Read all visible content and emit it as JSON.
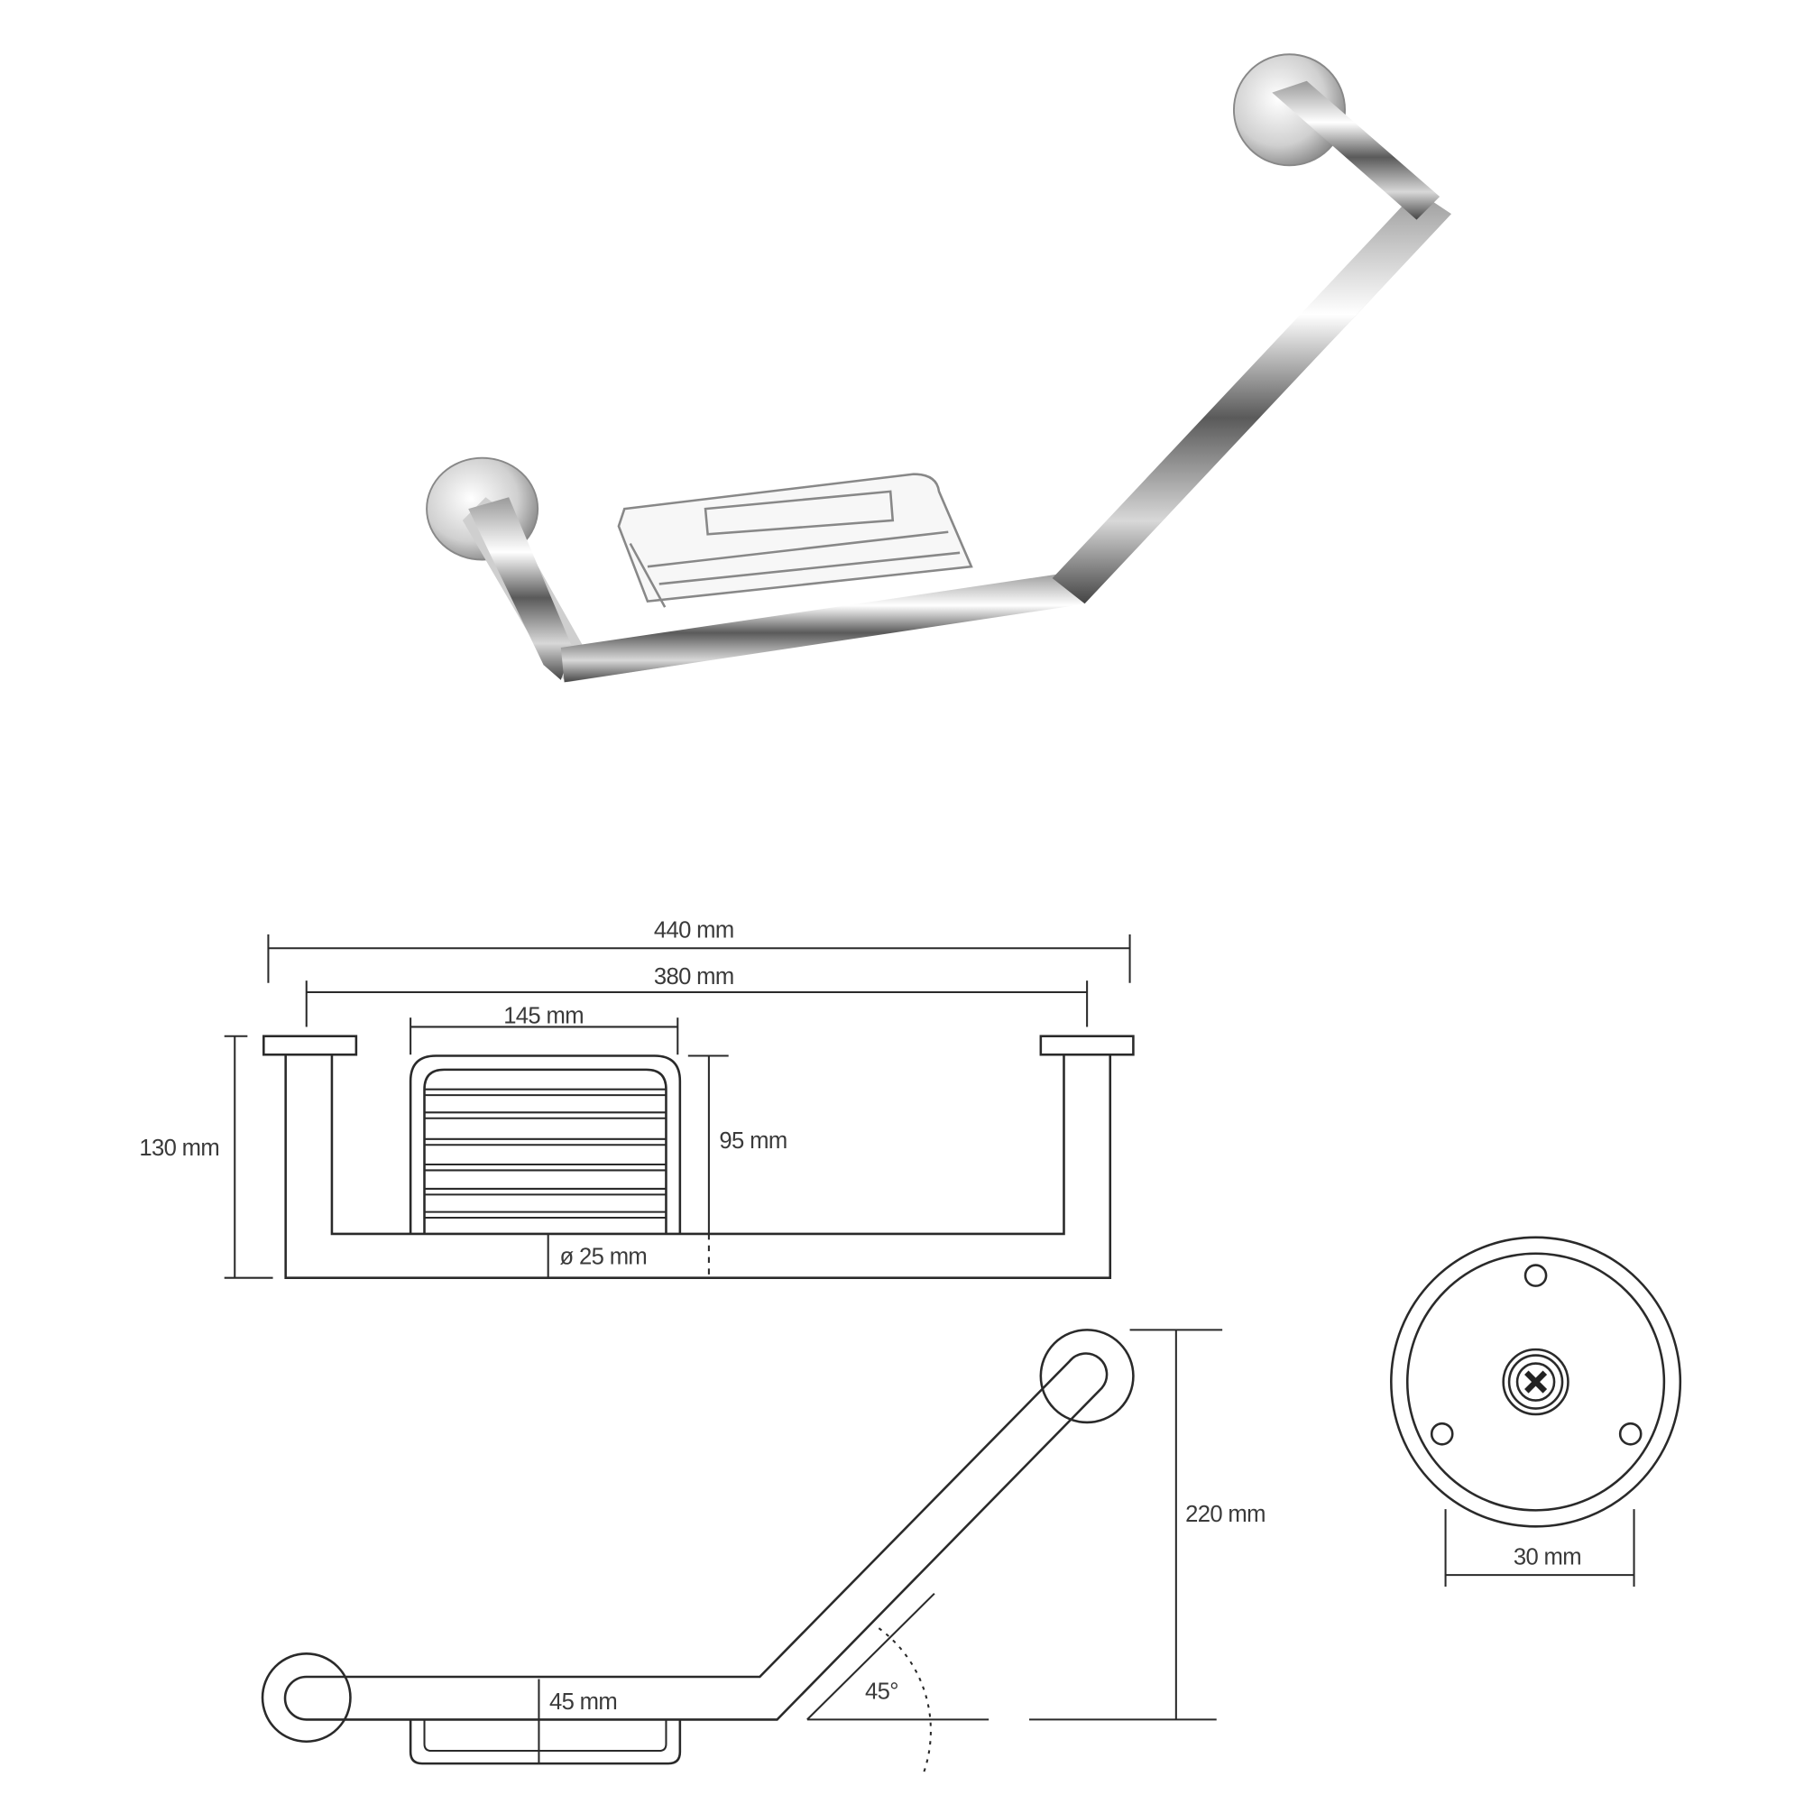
{
  "product": {
    "name_icon": "grab-bar-with-soap-basket-photo"
  },
  "dimensions": {
    "overall_width": "440 mm",
    "center_distance": "380 mm",
    "basket_width": "145 mm",
    "basket_height": "95 mm",
    "projection": "130 mm",
    "tube_diameter": "ø 25 mm",
    "basket_depth": "45 mm",
    "angle": "45°",
    "total_height": "220 mm",
    "flange_diameter": "30 mm"
  },
  "colors": {
    "line": "#2a2a2a",
    "chrome_light": "#f4f4f4",
    "chrome_dark": "#6a6a6a"
  }
}
